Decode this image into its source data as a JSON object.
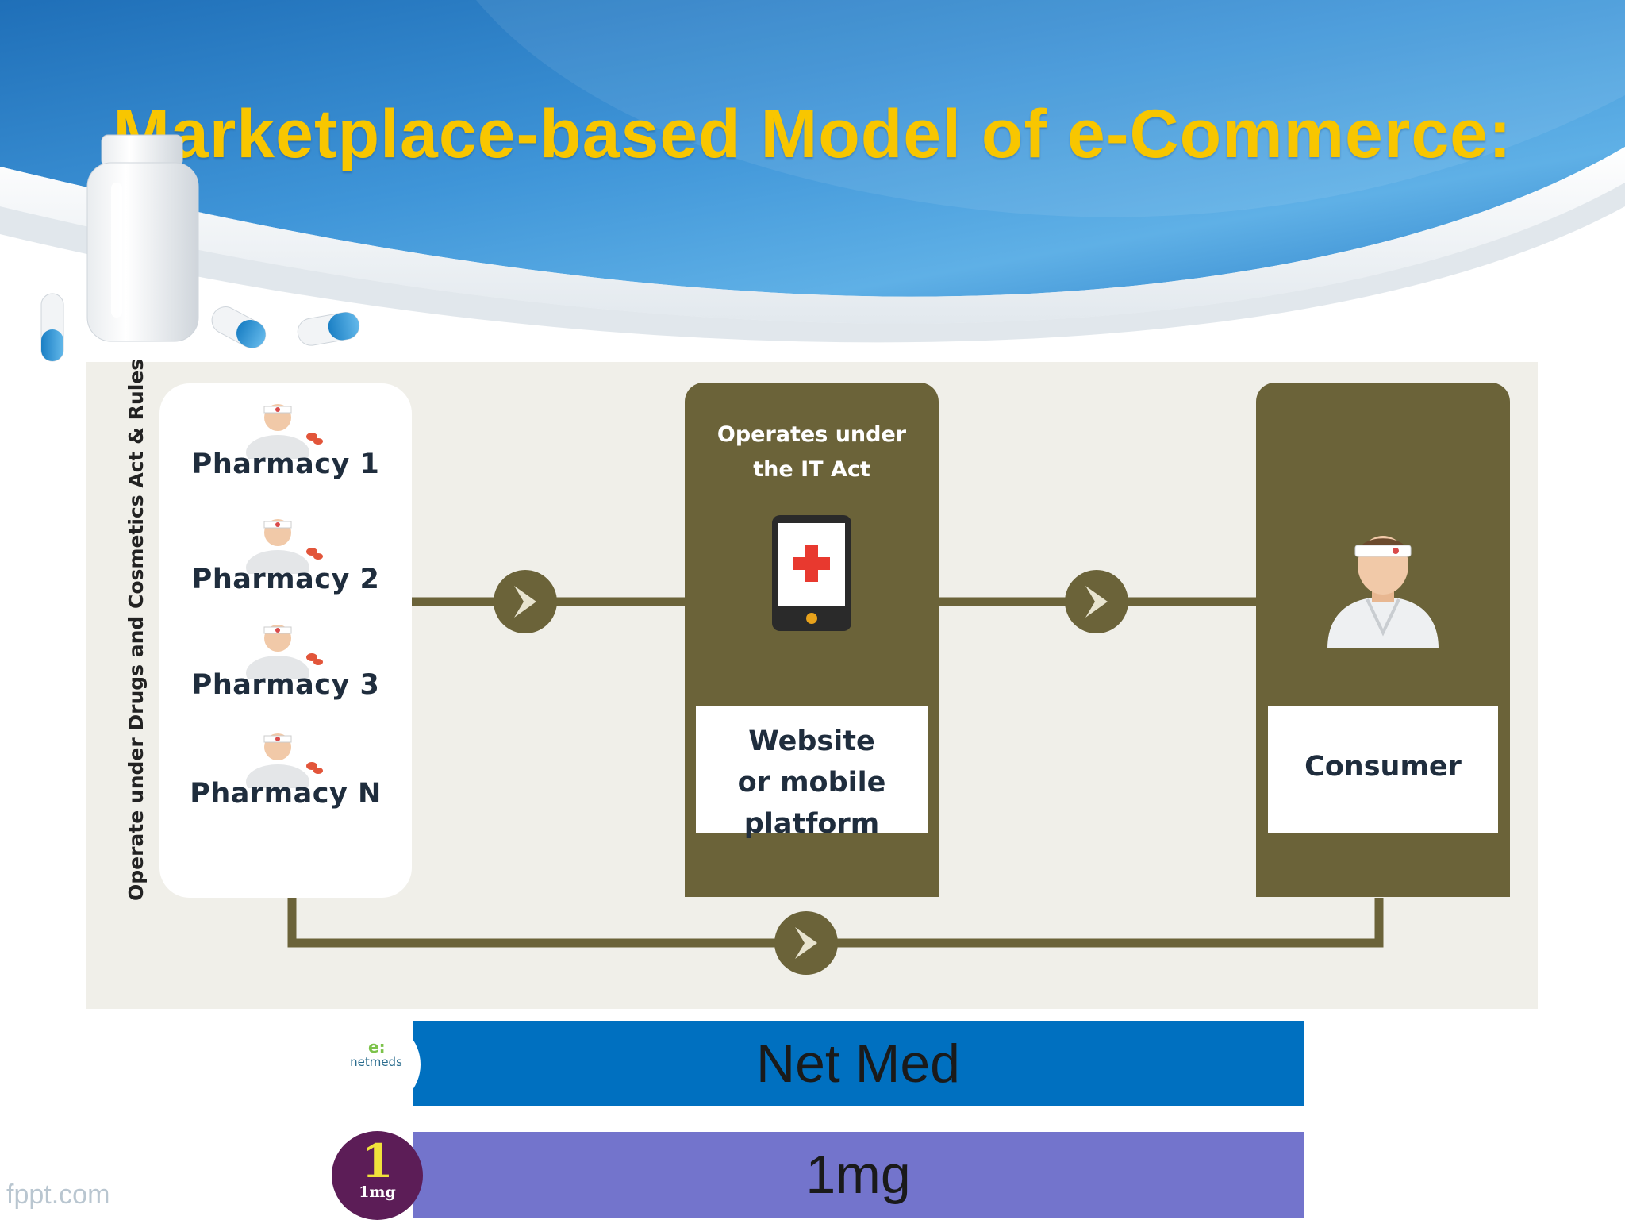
{
  "title": "Marketplace-based Model of e-Commerce:",
  "diagram": {
    "side_label": "Operate under Drugs and Cosmetics Act & Rules",
    "pharmacies": [
      {
        "label": "Pharmacy 1"
      },
      {
        "label": "Pharmacy 2"
      },
      {
        "label": "Pharmacy 3"
      },
      {
        "label": "Pharmacy N"
      }
    ],
    "platform": {
      "note": "Operates under\nthe IT Act",
      "label": "Website\nor mobile\nplatform"
    },
    "consumer": {
      "label": "Consumer"
    },
    "colors": {
      "olive": "#6b6339",
      "panel_bg": "#f0efe9"
    }
  },
  "companies": [
    {
      "name": "Net Med",
      "logo": "netmeds-logo",
      "logo_text": "netmeds",
      "color": "#0070c0"
    },
    {
      "name": "1mg",
      "logo": "onemg-logo",
      "logo_number": "1",
      "logo_text": "1mg",
      "color": "#7374cc"
    }
  ],
  "footer": {
    "brand": "fppt.com"
  }
}
